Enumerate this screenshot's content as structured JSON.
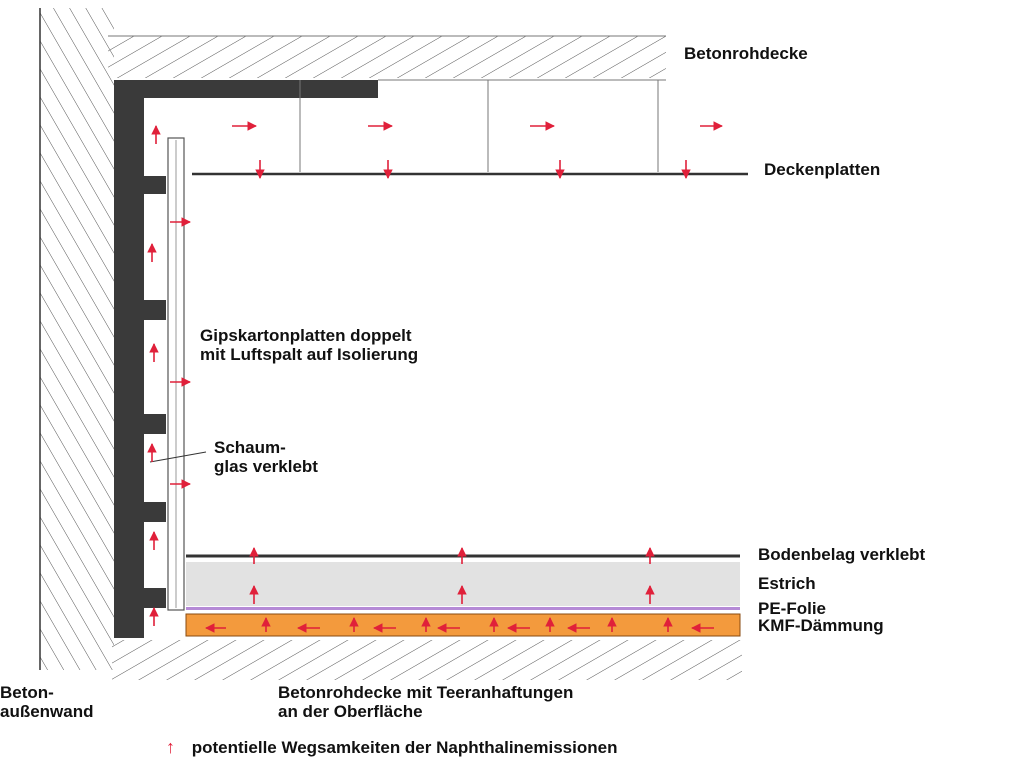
{
  "labels": {
    "betonrohdecke_top": "Betonrohdecke",
    "deckenplatten": "Deckenplatten",
    "gips_line1": "Gipskartonplatten doppelt",
    "gips_line2": "mit Luftspalt auf Isolierung",
    "schaum_line1": "Schaum-",
    "schaum_line2": "glas verklebt",
    "bodenbelag": "Bodenbelag verklebt",
    "estrich": "Estrich",
    "pe_folie": "PE-Folie",
    "kmf": "KMF-Dämmung",
    "beton_line1": "Beton-",
    "beton_line2": "außenwand",
    "floor_slab_line1": "Betonrohdecke mit Teeranhaftungen",
    "floor_slab_line2": "an der Oberfläche"
  },
  "legend": {
    "symbol": "↑",
    "text": "potentielle Wegsamkeiten der Naphthalinemissionen"
  },
  "colors": {
    "arrow": "#e0203a",
    "wall_dark": "#3a3a3a",
    "hatch": "#444444",
    "estrich": "#e2e2e2",
    "pe_folie": "#b58ad6",
    "kmf": "#f39a3d"
  }
}
